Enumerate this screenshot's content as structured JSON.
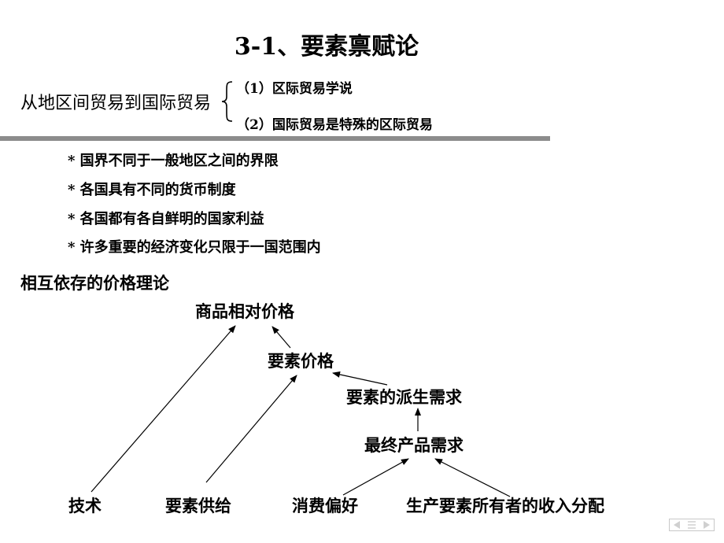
{
  "title": "3-1、要素禀赋论",
  "intro": {
    "lead": "从地区间贸易到国际贸易",
    "points": [
      "（1）区际贸易学说",
      "（2）国际贸易是特殊的区际贸易"
    ]
  },
  "bullets": [
    "* 国界不同于一般地区之间的界限",
    "* 各国具有不同的货币制度",
    "* 各国都有各自鲜明的国家利益",
    "* 许多重要的经济变化只限于一国范围内"
  ],
  "section_title": "相互依存的价格理论",
  "diagram": {
    "nodes": {
      "relative_price": "商品相对价格",
      "factor_price": "要素价格",
      "derived_demand": "要素的派生需求",
      "final_demand": "最终产品需求",
      "technology": "技术",
      "factor_supply": "要素供给",
      "consumer_pref": "消费偏好",
      "income_dist": "生产要素所有者的收入分配"
    }
  },
  "nav": {
    "icon": "slide-navigation-icon"
  },
  "colors": {
    "rule": "#8c8c8c",
    "text": "#000000",
    "background": "#ffffff"
  }
}
